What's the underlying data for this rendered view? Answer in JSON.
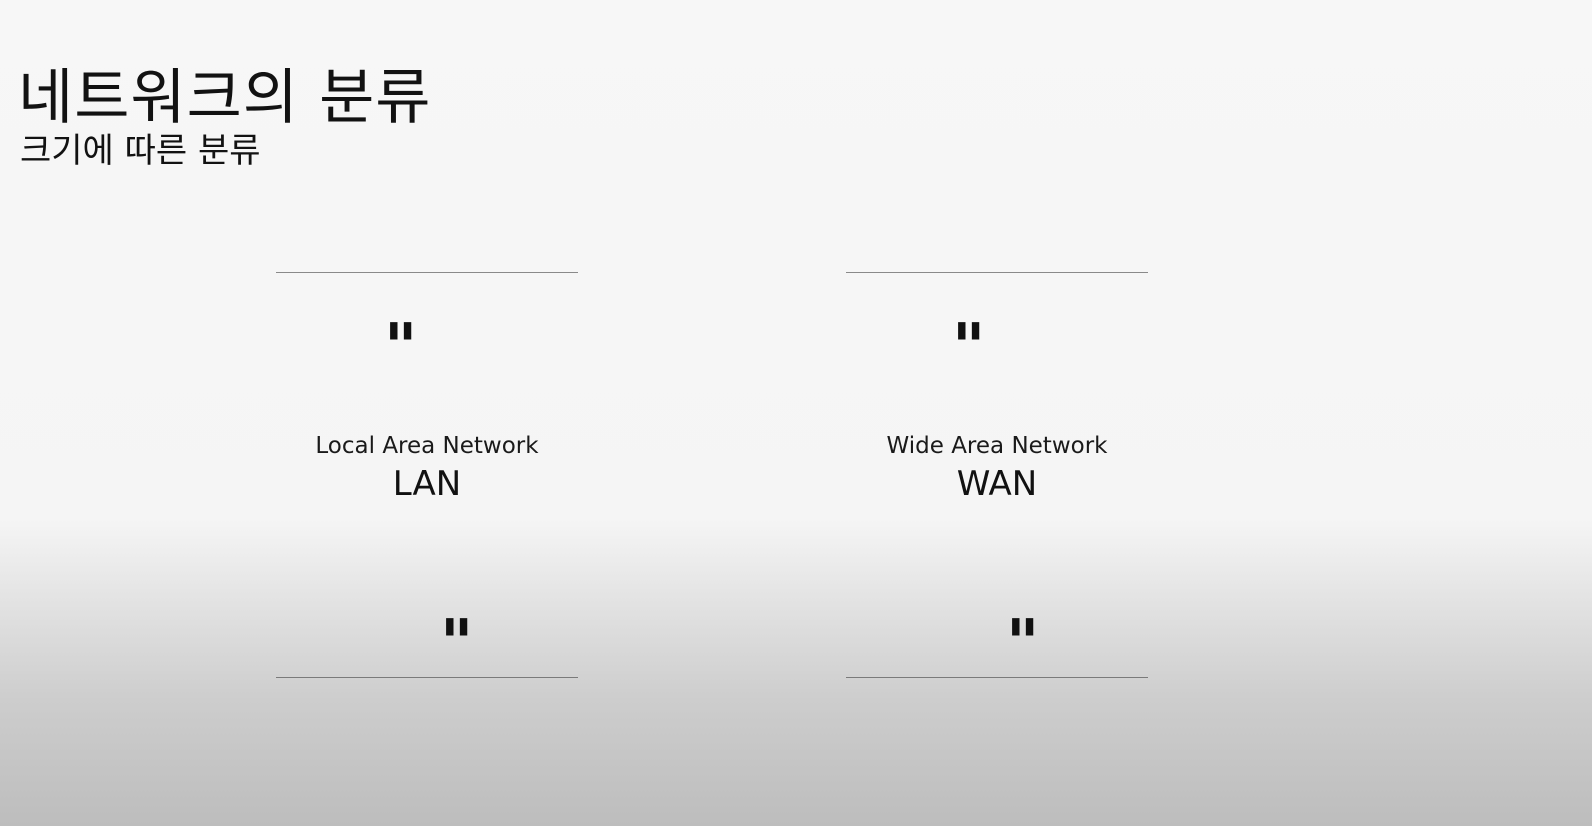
{
  "slide": {
    "title": "네트워크의 분류",
    "subtitle": "크기에 따른 분류"
  },
  "cards": [
    {
      "id": "lan",
      "open_quote": "\"",
      "full_name": "Local Area Network",
      "abbreviation": "LAN",
      "close_quote": "\""
    },
    {
      "id": "wan",
      "open_quote": "\"",
      "full_name": "Wide Area Network",
      "abbreviation": "WAN",
      "close_quote": "\""
    }
  ]
}
